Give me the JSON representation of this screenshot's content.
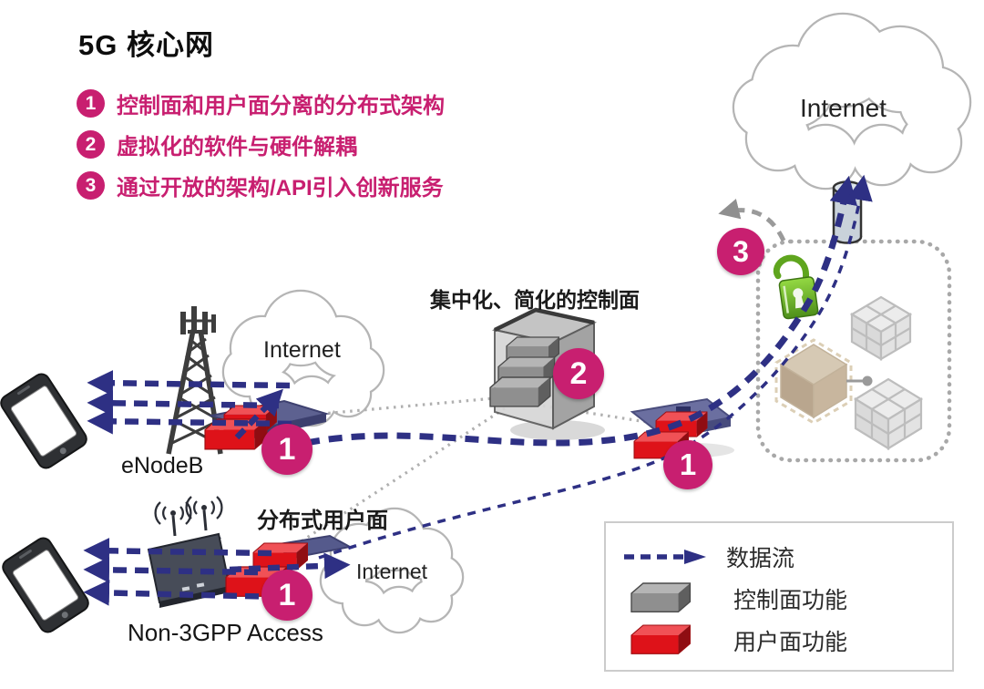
{
  "title": "5G 核心网",
  "bullets": [
    {
      "num": "1",
      "text": "控制面和用户面分离的分布式架构"
    },
    {
      "num": "2",
      "text": "虚拟化的软件与硬件解耦"
    },
    {
      "num": "3",
      "text": "通过开放的架构/API引入创新服务"
    }
  ],
  "labels": {
    "central_control_plane": "集中化、简化的控制面",
    "distributed_user_plane": "分布式用户面",
    "enodeb": "eNodeB",
    "non_3gpp_access": "Non-3GPP Access"
  },
  "clouds": {
    "top_right": "Internet",
    "enodeb": "Internet",
    "non_3gpp": "Internet"
  },
  "markers": {
    "enodeb": "1",
    "non_3gpp": "1",
    "core": "1",
    "control": "2",
    "openness": "3"
  },
  "legend": {
    "items": [
      {
        "icon": "dashed-arrow",
        "label": "数据流"
      },
      {
        "icon": "gray-box",
        "label": "控制面功能"
      },
      {
        "icon": "red-box",
        "label": "用户面功能"
      }
    ]
  },
  "colors": {
    "accent": "#C81F70",
    "flow": "#2E3084",
    "dotted_link": "#ADADAD",
    "cloud_outline": "#B5B5B5",
    "user_plane_red": "#DE1219",
    "control_plane_gray": "#8F8F8F",
    "lock_green": "#6FB82A"
  }
}
